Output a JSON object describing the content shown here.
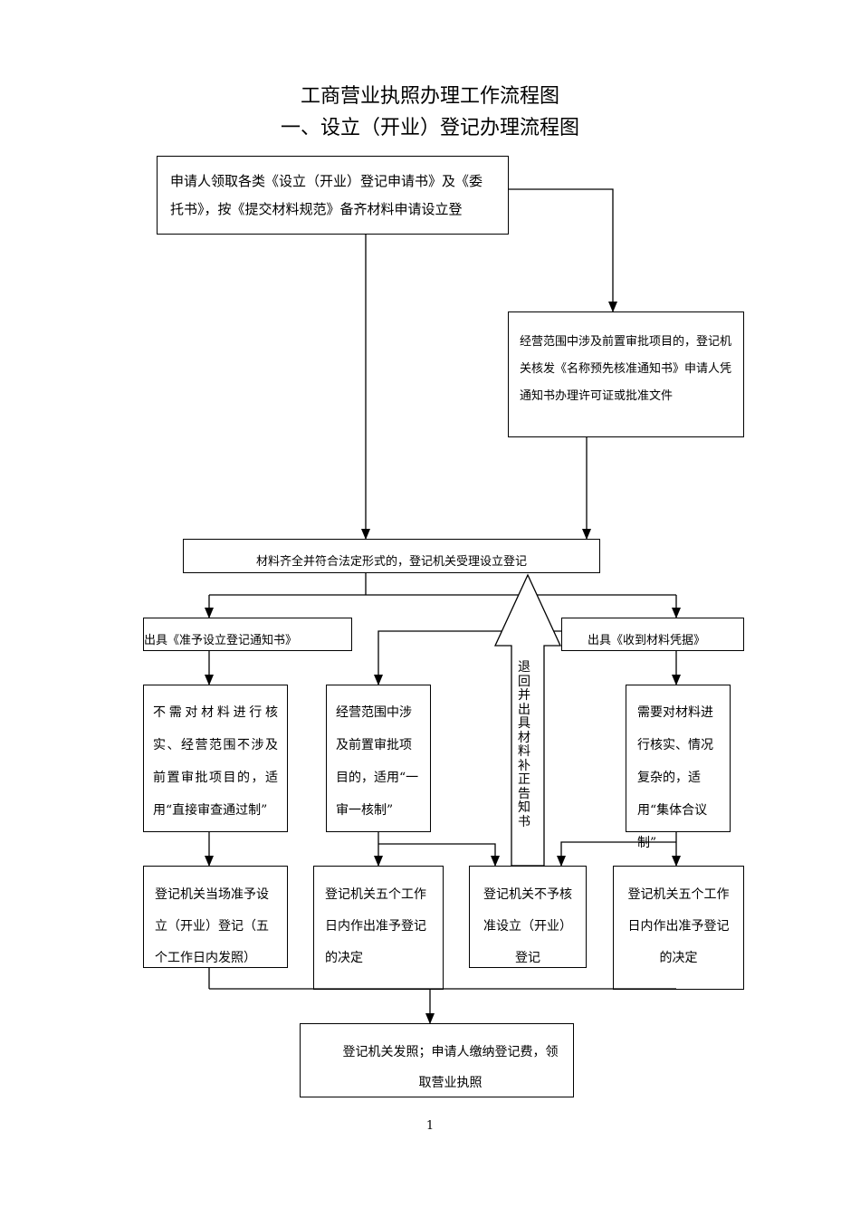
{
  "title": "工商营业执照办理工作流程图",
  "subtitle": "一、设立（开业）登记办理流程图",
  "nodes": {
    "apply": "申请人领取各类《设立（开业）登记申请书》及《委托书》，按《提交材料规范》备齐材料申请设立登",
    "pre_approval": "经营范围中涉及前置审批项目的，登记机关核发《名称预先核准通知书》申请人凭通知书办理许可证或批准文件",
    "accept": "材料齐全并符合法定形式的，登记机关受理设立登记",
    "notice_permit": "出具《准予设立登记通知书》",
    "receipt": "出具《收到材料凭据》",
    "direct_review": "不需对材料进行核实、经营范围不涉及前置审批项目的，适用“直接审查通过制”",
    "one_review": "经营范围中涉及前置审批项目的，适用“一审一核制”",
    "return_text": "退回并出具材料补正告知书",
    "collective": "需要对材料进行核实、情况复杂的，适用“集体合议制”",
    "onsite_approve": "登记机关当场准予设立（开业）登记（五个工作日内发照）",
    "five_day_a": "登记机关五个工作日内作出准予登记的决定",
    "reject": "登记机关不予核准设立（开业）登记",
    "five_day_b": "登记机关五个工作日内作出准予登记的决定",
    "issue": "登记机关发照；申请人缴纳登记费，领取营业执照"
  },
  "page_number": "1"
}
